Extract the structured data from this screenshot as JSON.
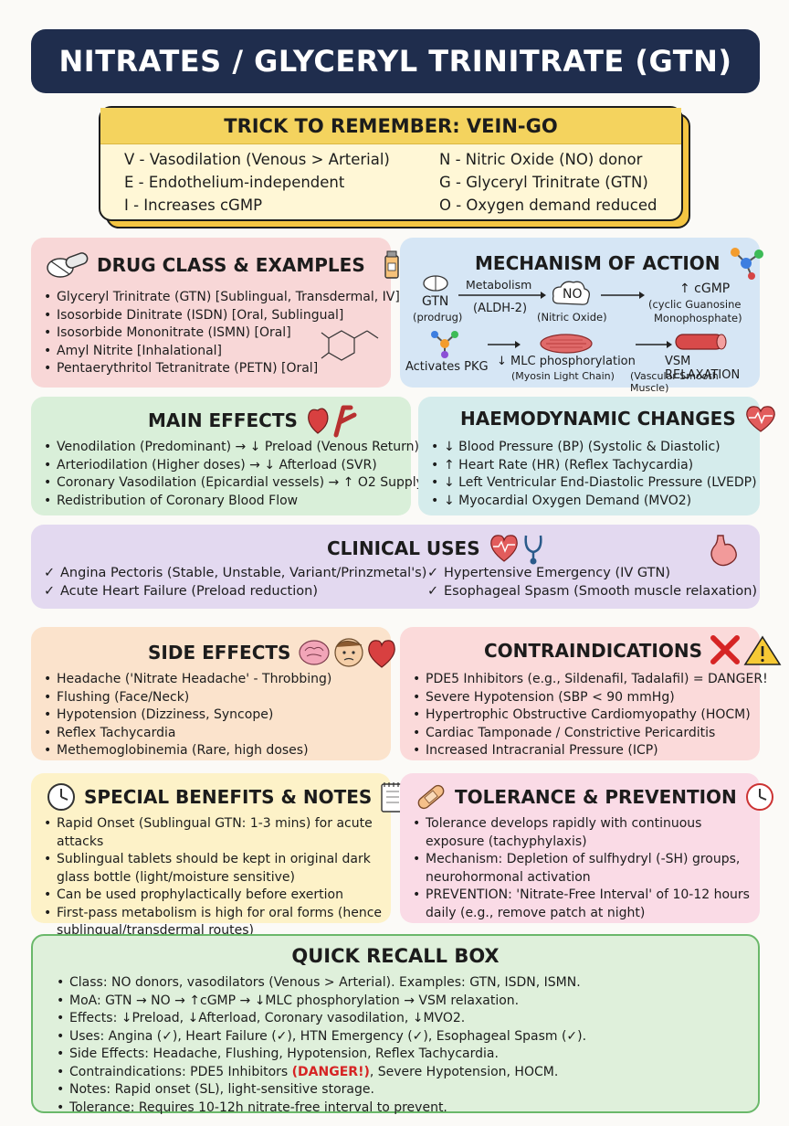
{
  "title": "NITRATES / GLYCERYL TRINITRATE (GTN)",
  "trick": {
    "heading": "TRICK TO REMEMBER: VEIN-GO",
    "left": [
      "V - Vasodilation (Venous > Arterial)",
      "E - Endothelium-independent",
      "I - Increases cGMP"
    ],
    "right": [
      "N - Nitric Oxide (NO) donor",
      "G - Glyceryl Trinitrate (GTN)",
      "O - Oxygen demand reduced"
    ]
  },
  "drug_class": {
    "heading": "DRUG CLASS & EXAMPLES",
    "items": [
      "Glyceryl Trinitrate (GTN) [Sublingual, Transdermal, IV]",
      "Isosorbide Dinitrate (ISDN) [Oral, Sublingual]",
      "Isosorbide Mononitrate (ISMN) [Oral]",
      "Amyl Nitrite [Inhalational]",
      "Pentaerythritol Tetranitrate (PETN) [Oral]"
    ],
    "icons": [
      "pills-icon",
      "syringe-vial-icon",
      "chemical-structure-icon"
    ]
  },
  "mechanism": {
    "heading": "MECHANISM OF ACTION",
    "gtn": "GTN",
    "gtn_sub": "(prodrug)",
    "metabolism": "Metabolism",
    "aldh": "(ALDH-2)",
    "no": "NO",
    "no_sub": "(Nitric Oxide)",
    "cgmp": "↑ cGMP",
    "cgmp_sub1": "(cyclic Guanosine",
    "cgmp_sub2": "Monophosphate)",
    "pkg": "Activates PKG",
    "mlc": "↓ MLC phosphorylation",
    "mlc_sub": "(Myosin Light Chain)",
    "vsm": "VSM RELAXATION",
    "vsm_sub": "(Vascular Smooth Muscle)"
  },
  "main_effects": {
    "heading": "MAIN EFFECTS",
    "items": [
      "Venodilation (Predominant) → ↓ Preload (Venous Return)",
      "Arteriodilation (Higher doses) → ↓ Afterload (SVR)",
      "Coronary Vasodilation (Epicardial vessels) → ↑ O2 Supply",
      "Redistribution of Coronary Blood Flow"
    ]
  },
  "haemo": {
    "heading": "HAEMODYNAMIC CHANGES",
    "items": [
      "↓ Blood Pressure (BP) (Systolic & Diastolic)",
      "↑ Heart Rate (HR) (Reflex Tachycardia)",
      "↓ Left Ventricular End-Diastolic Pressure (LVEDP)",
      "↓ Myocardial Oxygen Demand (MVO2)"
    ]
  },
  "clinical": {
    "heading": "CLINICAL USES",
    "left": [
      "Angina Pectoris (Stable, Unstable, Variant/Prinzmetal's)",
      "Acute Heart Failure (Preload reduction)"
    ],
    "right": [
      "Hypertensive Emergency (IV GTN)",
      "Esophageal Spasm (Smooth muscle relaxation)"
    ]
  },
  "side_effects": {
    "heading": "SIDE EFFECTS",
    "items": [
      "Headache ('Nitrate Headache' - Throbbing)",
      "Flushing (Face/Neck)",
      "Hypotension (Dizziness, Syncope)",
      "Reflex Tachycardia",
      "Methemoglobinemia (Rare, high doses)"
    ]
  },
  "contra": {
    "heading": "CONTRAINDICATIONS",
    "items": [
      "PDE5 Inhibitors (e.g., Sildenafil, Tadalafil) = DANGER!",
      "Severe Hypotension (SBP < 90 mmHg)",
      "Hypertrophic Obstructive Cardiomyopathy (HOCM)",
      "Cardiac Tamponade / Constrictive Pericarditis",
      "Increased Intracranial Pressure (ICP)"
    ]
  },
  "special": {
    "heading": "SPECIAL BENEFITS & NOTES",
    "items": [
      "Rapid Onset (Sublingual GTN: 1-3 mins) for acute attacks",
      "Sublingual tablets should be kept in original dark glass bottle (light/moisture sensitive)",
      "Can be used prophylactically before exertion",
      "First-pass metabolism is high for oral forms (hence sublingual/transdermal routes)"
    ]
  },
  "tolerance": {
    "heading": "TOLERANCE & PREVENTION",
    "items": [
      "Tolerance develops rapidly with continuous exposure (tachyphylaxis)",
      "Mechanism: Depletion of sulfhydryl (-SH) groups, neurohormonal activation",
      "PREVENTION: 'Nitrate-Free Interval' of 10-12 hours daily (e.g., remove patch at night)"
    ]
  },
  "recall": {
    "heading": "QUICK RECALL BOX",
    "items": [
      "Class: NO donors, vasodilators (Venous > Arterial). Examples: GTN, ISDN, ISMN.",
      "MoA: GTN → NO → ↑cGMP → ↓MLC phosphorylation → VSM relaxation.",
      "Effects: ↓Preload, ↓Afterload, Coronary vasodilation, ↓MVO2.",
      "Uses: Angina (✓), Heart Failure (✓), HTN Emergency (✓), Esophageal Spasm (✓).",
      "Side Effects: Headache, Flushing, Hypotension, Reflex Tachycardia."
    ],
    "contra_prefix": "Contraindications: PDE5 Inhibitors ",
    "contra_danger": "(DANGER!)",
    "contra_suffix": ", Severe Hypotension, HOCM.",
    "items2": [
      "Notes: Rapid onset (SL), light-sensitive storage.",
      "Tolerance: Requires 10-12h nitrate-free interval to prevent."
    ]
  },
  "colors": {
    "title_bg": "#1f2d4d",
    "danger": "#d62424",
    "accent_yellow": "#f4d35e"
  }
}
